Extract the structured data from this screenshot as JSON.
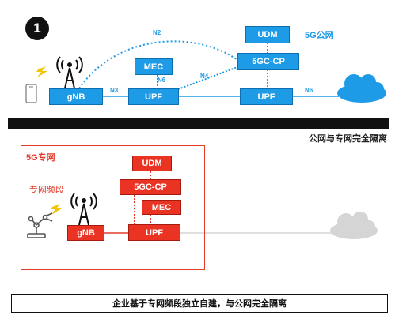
{
  "step_number": "1",
  "public_network": {
    "label": "5G公网",
    "nodes": {
      "udm": "UDM",
      "mec": "MEC",
      "core": "5GC-CP",
      "gnb": "gNB",
      "upf_local": "UPF",
      "upf_central": "UPF"
    },
    "interfaces": {
      "n2": "N2",
      "n3": "N3",
      "n4": "N4",
      "n6_mec": "N6",
      "n6_cloud": "N6"
    }
  },
  "divider_text": "公网与专网完全隔离",
  "private_network": {
    "label": "5G专网",
    "band_label": "专网频段",
    "nodes": {
      "udm": "UDM",
      "core": "5GC-CP",
      "mec": "MEC",
      "gnb": "gNB",
      "upf": "UPF"
    }
  },
  "caption": "企业基于专网频段独立自建，与公网完全隔离",
  "colors": {
    "public_accent": "#1d9be6",
    "private_accent": "#e33a2b",
    "cloud_active": "#1d9be6",
    "cloud_inactive": "#d0d0d0"
  }
}
